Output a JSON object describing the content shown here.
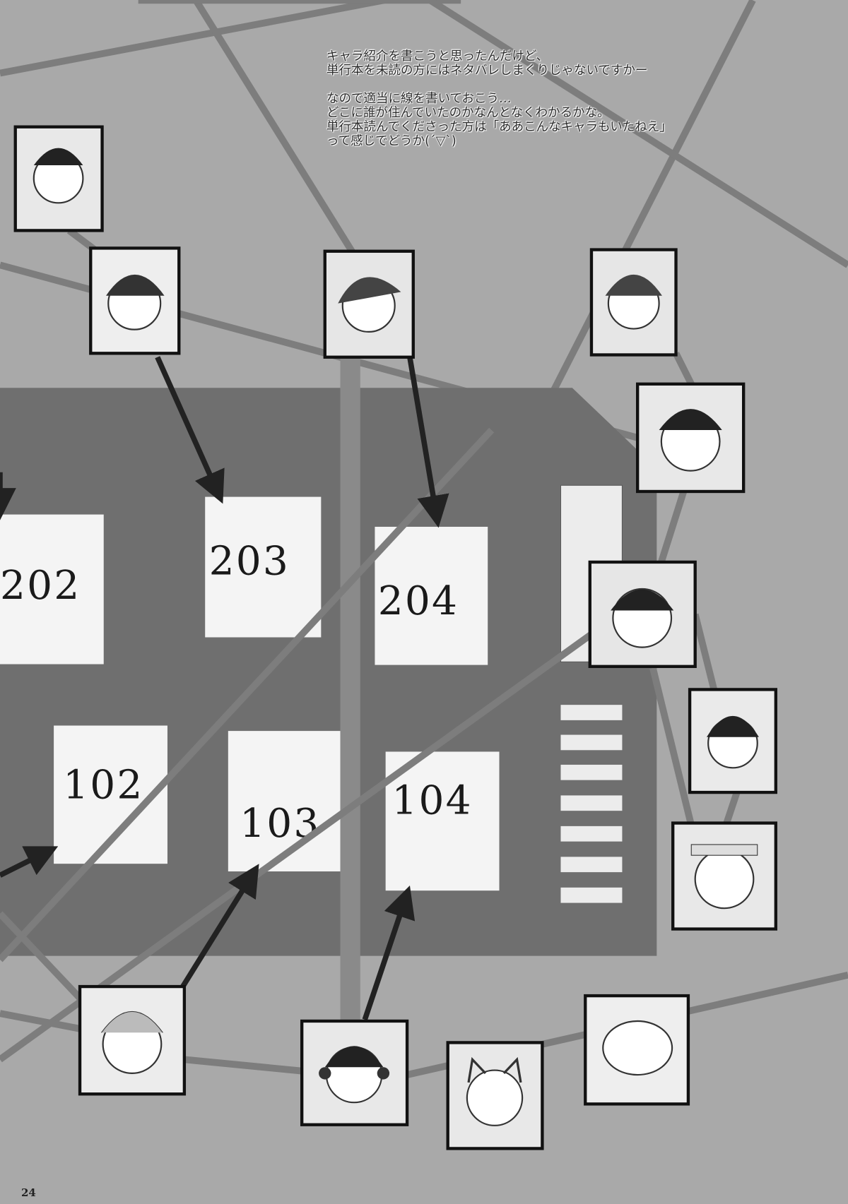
{
  "note": {
    "lines_1": [
      "キャラ紹介を書こうと思ったんだけど、",
      "単行本を未読の方にはネタバレしまくりじゃないですかー"
    ],
    "lines_2": [
      "なので適当に線を書いておこう…",
      "どこに誰が住んでいたのかなんとなくわかるかな。",
      "単行本読んでくださった方は「ああこんなキャラもいたねえ」",
      "って感じでどうか(´▽`)"
    ]
  },
  "rooms": [
    "202",
    "203",
    "204",
    "102",
    "103",
    "104"
  ],
  "page_number": "24",
  "colors": {
    "background": "#a9a9a9",
    "building": "#6f6f6f",
    "window": "#f4f4f4",
    "line": "#7d7d7d",
    "arrow": "#222222"
  }
}
